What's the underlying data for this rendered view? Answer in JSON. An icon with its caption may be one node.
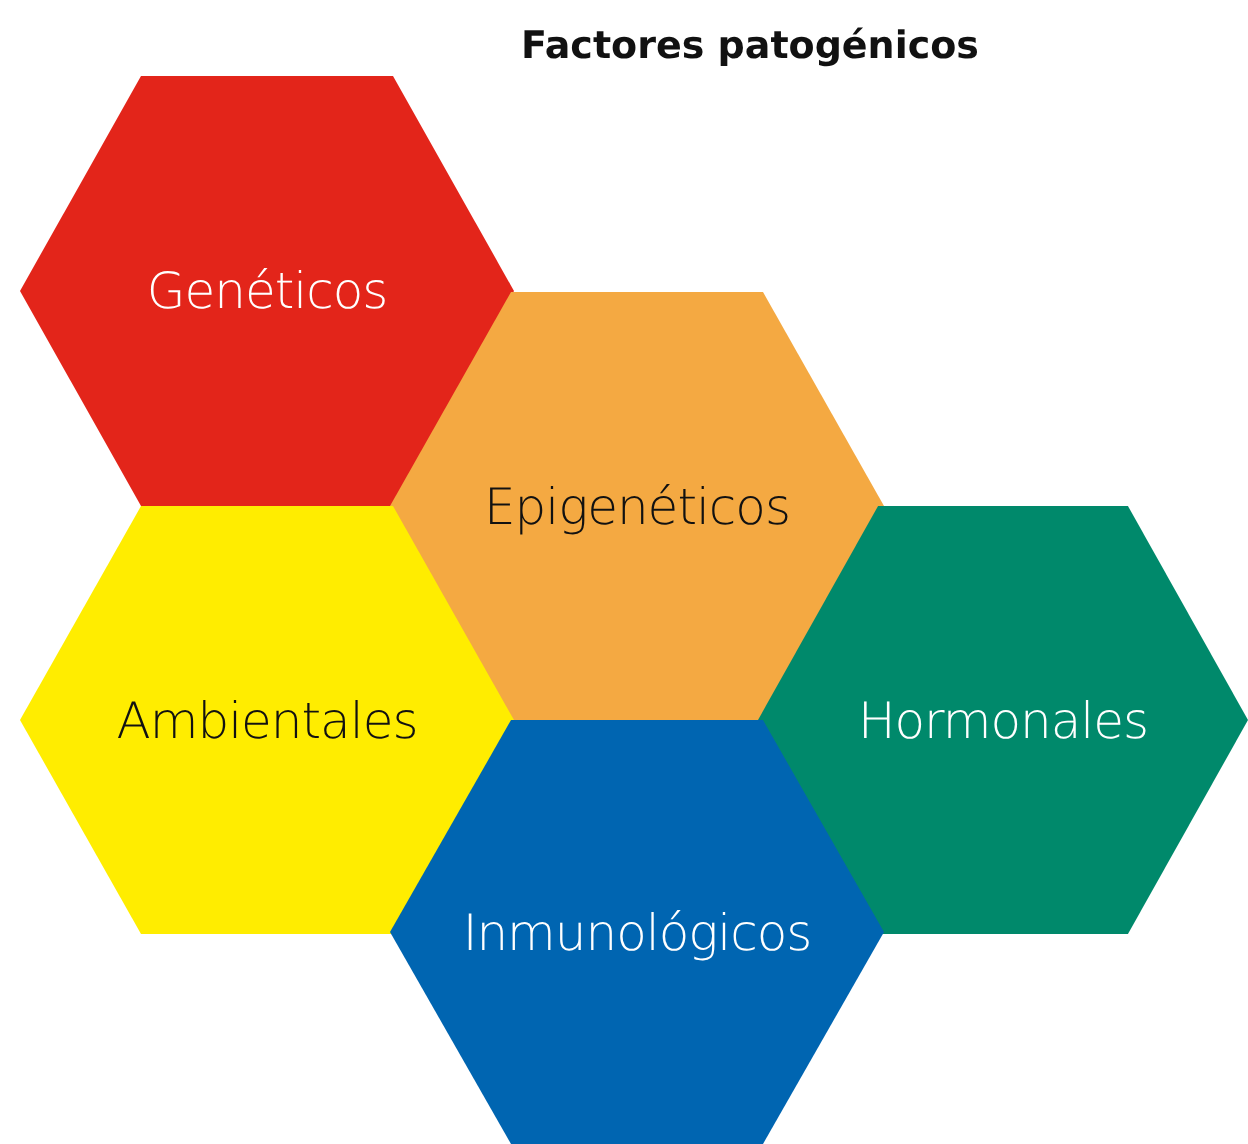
{
  "diagram": {
    "title": "Factores patogénicos",
    "nodes": [
      {
        "text": [
          "Genéticos"
        ]
      },
      {
        "text": [
          "Epigenéticos"
        ]
      },
      {
        "text": [
          "Ambientales"
        ]
      },
      {
        "text": [
          "Hormonales"
        ]
      },
      {
        "text": [
          "Inmunológicos"
        ]
      }
    ]
  }
}
